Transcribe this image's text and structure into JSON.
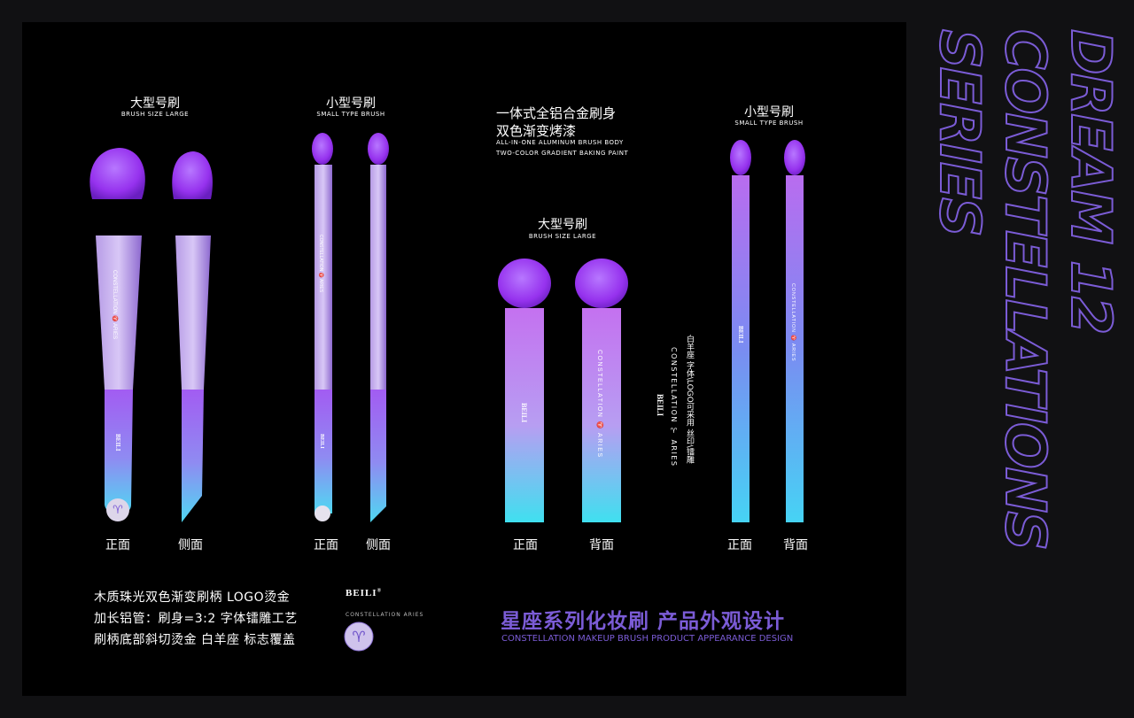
{
  "side_title": {
    "line1": "DREAM 12",
    "line2": "CONSTELLATIONS",
    "line3": "SERIES"
  },
  "groups": {
    "large1": {
      "zh": "大型号刷",
      "en": "BRUSH SIZE LARGE"
    },
    "small1": {
      "zh": "小型号刷",
      "en": "SMALL TYPE BRUSH"
    },
    "aluminum": {
      "zh1": "一体式全铝合金刷身",
      "zh2": "双色渐变烤漆",
      "en1": "ALL-IN-ONE ALUMINUM BRUSH BODY",
      "en2": "TWO-COLOR GRADIENT BAKING PAINT"
    },
    "large2": {
      "zh": "大型号刷",
      "en": "BRUSH SIZE LARGE"
    },
    "small2": {
      "zh": "小型号刷",
      "en": "SMALL TYPE BRUSH"
    }
  },
  "views": {
    "front": "正面",
    "side": "侧面",
    "back": "背面"
  },
  "engraving": {
    "brush_text": "CONSTELLATION ♈ ARIES",
    "brand": "BEILI"
  },
  "vertical_note": {
    "zh": "白羊座 字体\\LOGO可采用 丝印\\镭雕",
    "en": "CONSTELLATION ♈ ARIES",
    "brand": "BEILI"
  },
  "notes": {
    "line1": "木质珠光双色渐变刷柄  LOGO烫金",
    "line2": "加长铝管：刷身=3:2 字体镭雕工艺",
    "line3": "刷柄底部斜切烫金 白羊座 标志覆盖"
  },
  "logo_block": {
    "brand": "BEILI",
    "mark": "®",
    "sub": "CONSTELLATION  ARIES"
  },
  "design_title": {
    "zh": "星座系列化妆刷  产品外观设计",
    "en": "CONSTELLATION MAKEUP BRUSH PRODUCT APPEARANCE DESIGN"
  },
  "colors": {
    "accent": "#7b5cd6",
    "bristle": "#9b3df0",
    "outline": "#7b5cd6"
  }
}
